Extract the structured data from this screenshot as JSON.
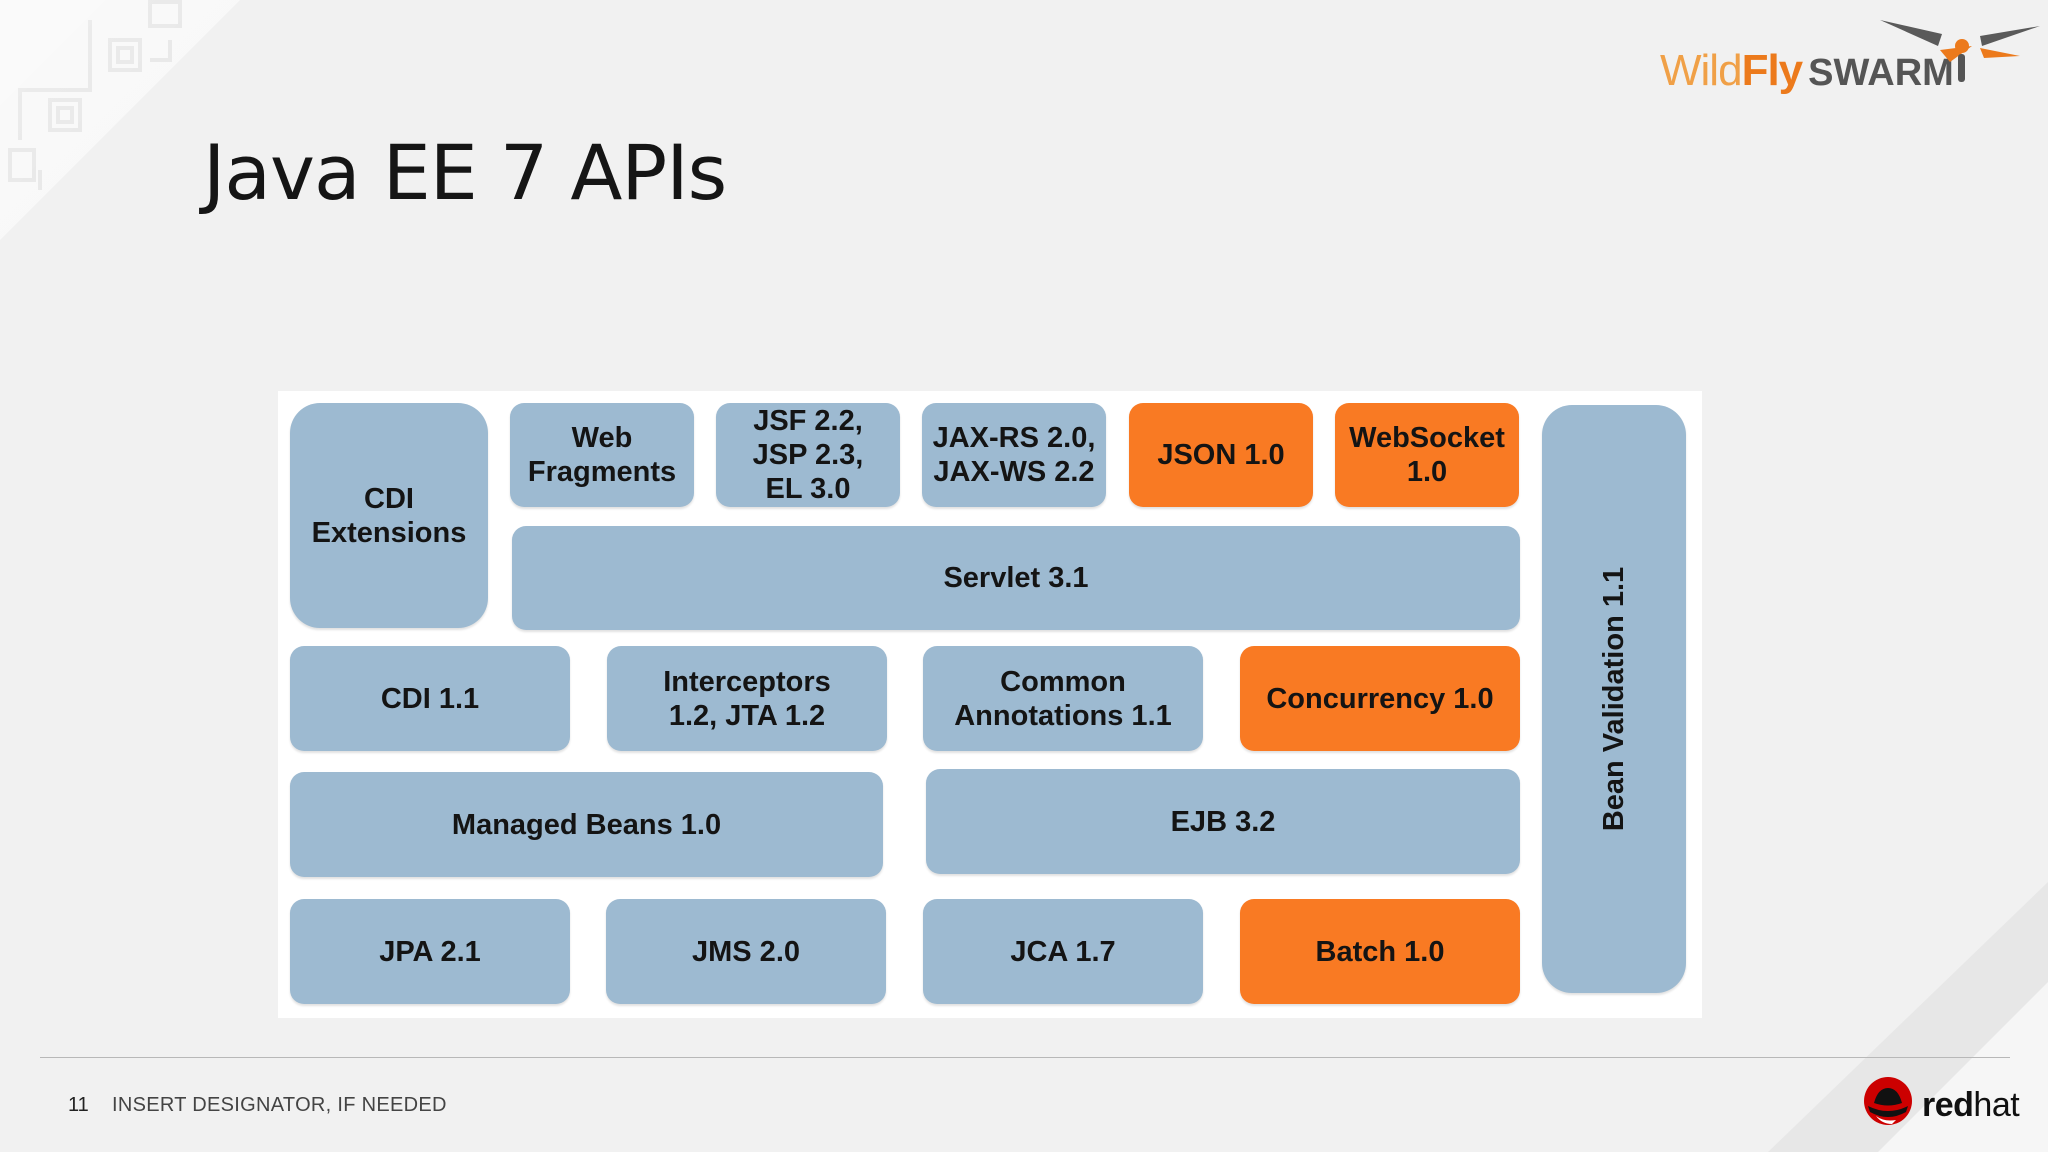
{
  "slide": {
    "title": "Java EE 7 APIs",
    "page_number": "11",
    "designator": "INSERT DESIGNATOR, IF NEEDED"
  },
  "logos": {
    "wildfly_prefix": "Wild",
    "wildfly_fly": "Fly",
    "wildfly_swarm": "SWARM",
    "redhat_red": "red",
    "redhat_hat": "hat"
  },
  "colors": {
    "background": "#f1f1f1",
    "block_blue": "#9dbad1",
    "block_orange": "#f97a23",
    "brand_orange": "#ec7a1c"
  },
  "diagram": {
    "blocks": [
      {
        "id": "cdi-extensions",
        "label": "CDI\nExtensions",
        "color": "blue"
      },
      {
        "id": "web-fragments",
        "label": "Web\nFragments",
        "color": "blue"
      },
      {
        "id": "jsf-jsp-el",
        "label": "JSF 2.2,\nJSP 2.3,\nEL 3.0",
        "color": "blue"
      },
      {
        "id": "jaxrs-jaxws",
        "label": "JAX-RS 2.0,\nJAX-WS 2.2",
        "color": "blue"
      },
      {
        "id": "json",
        "label": "JSON 1.0",
        "color": "orange"
      },
      {
        "id": "websocket",
        "label": "WebSocket\n1.0",
        "color": "orange"
      },
      {
        "id": "bean-validation",
        "label": "Bean Validation 1.1",
        "color": "blue"
      },
      {
        "id": "servlet",
        "label": "Servlet 3.1",
        "color": "blue"
      },
      {
        "id": "cdi",
        "label": "CDI 1.1",
        "color": "blue"
      },
      {
        "id": "interceptors-jta",
        "label": "Interceptors\n1.2, JTA 1.2",
        "color": "blue"
      },
      {
        "id": "common-annotations",
        "label": "Common\nAnnotations 1.1",
        "color": "blue"
      },
      {
        "id": "concurrency",
        "label": "Concurrency 1.0",
        "color": "orange"
      },
      {
        "id": "managed-beans",
        "label": "Managed Beans 1.0",
        "color": "blue"
      },
      {
        "id": "ejb",
        "label": "EJB 3.2",
        "color": "blue"
      },
      {
        "id": "jpa",
        "label": "JPA 2.1",
        "color": "blue"
      },
      {
        "id": "jms",
        "label": "JMS 2.0",
        "color": "blue"
      },
      {
        "id": "jca",
        "label": "JCA 1.7",
        "color": "blue"
      },
      {
        "id": "batch",
        "label": "Batch 1.0",
        "color": "orange"
      }
    ]
  }
}
